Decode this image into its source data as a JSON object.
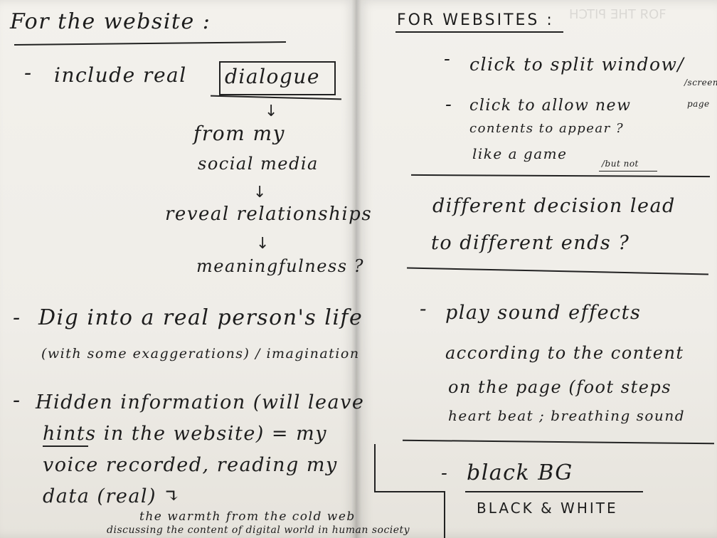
{
  "left": {
    "heading": "For the website :",
    "bullet1": {
      "dash": "-",
      "text": "include real",
      "boxed": "dialogue",
      "chain": [
        "from my",
        "social media",
        "reveal relationships",
        "meaningfulness ?"
      ],
      "arrow": "↓"
    },
    "bullet2": {
      "dash": "-",
      "text": "Dig into a real person's life",
      "sub": "(with some exaggerations) / imagination"
    },
    "bullet3": {
      "dash": "-",
      "lines": [
        "Hidden information (will leave",
        "hints in the website) = my",
        "voice recorded, reading my",
        "data (real) ↴"
      ],
      "note1": "the warmth from the cold web",
      "note2": "discussing the content of digital world in human society"
    }
  },
  "right": {
    "heading": "FOR WEBSITES :",
    "bullet1": {
      "dash": "-",
      "text": "click to split window/",
      "aside": "/screen",
      "aside2": "page"
    },
    "bullet2": {
      "dash": "-",
      "lines": [
        "click to allow new",
        "contents to appear ?",
        "like a game"
      ],
      "aside": "/but not"
    },
    "section2": {
      "lines": [
        "different decision lead",
        "to different ends ?"
      ]
    },
    "bullet3": {
      "dash": "-",
      "lines": [
        "play sound effects",
        "according to the content",
        "on the page (foot steps",
        "heart beat ; breathing sound"
      ]
    },
    "bullet4": {
      "dash": "-",
      "text": "black BG",
      "sub": "BLACK & WHITE"
    }
  }
}
